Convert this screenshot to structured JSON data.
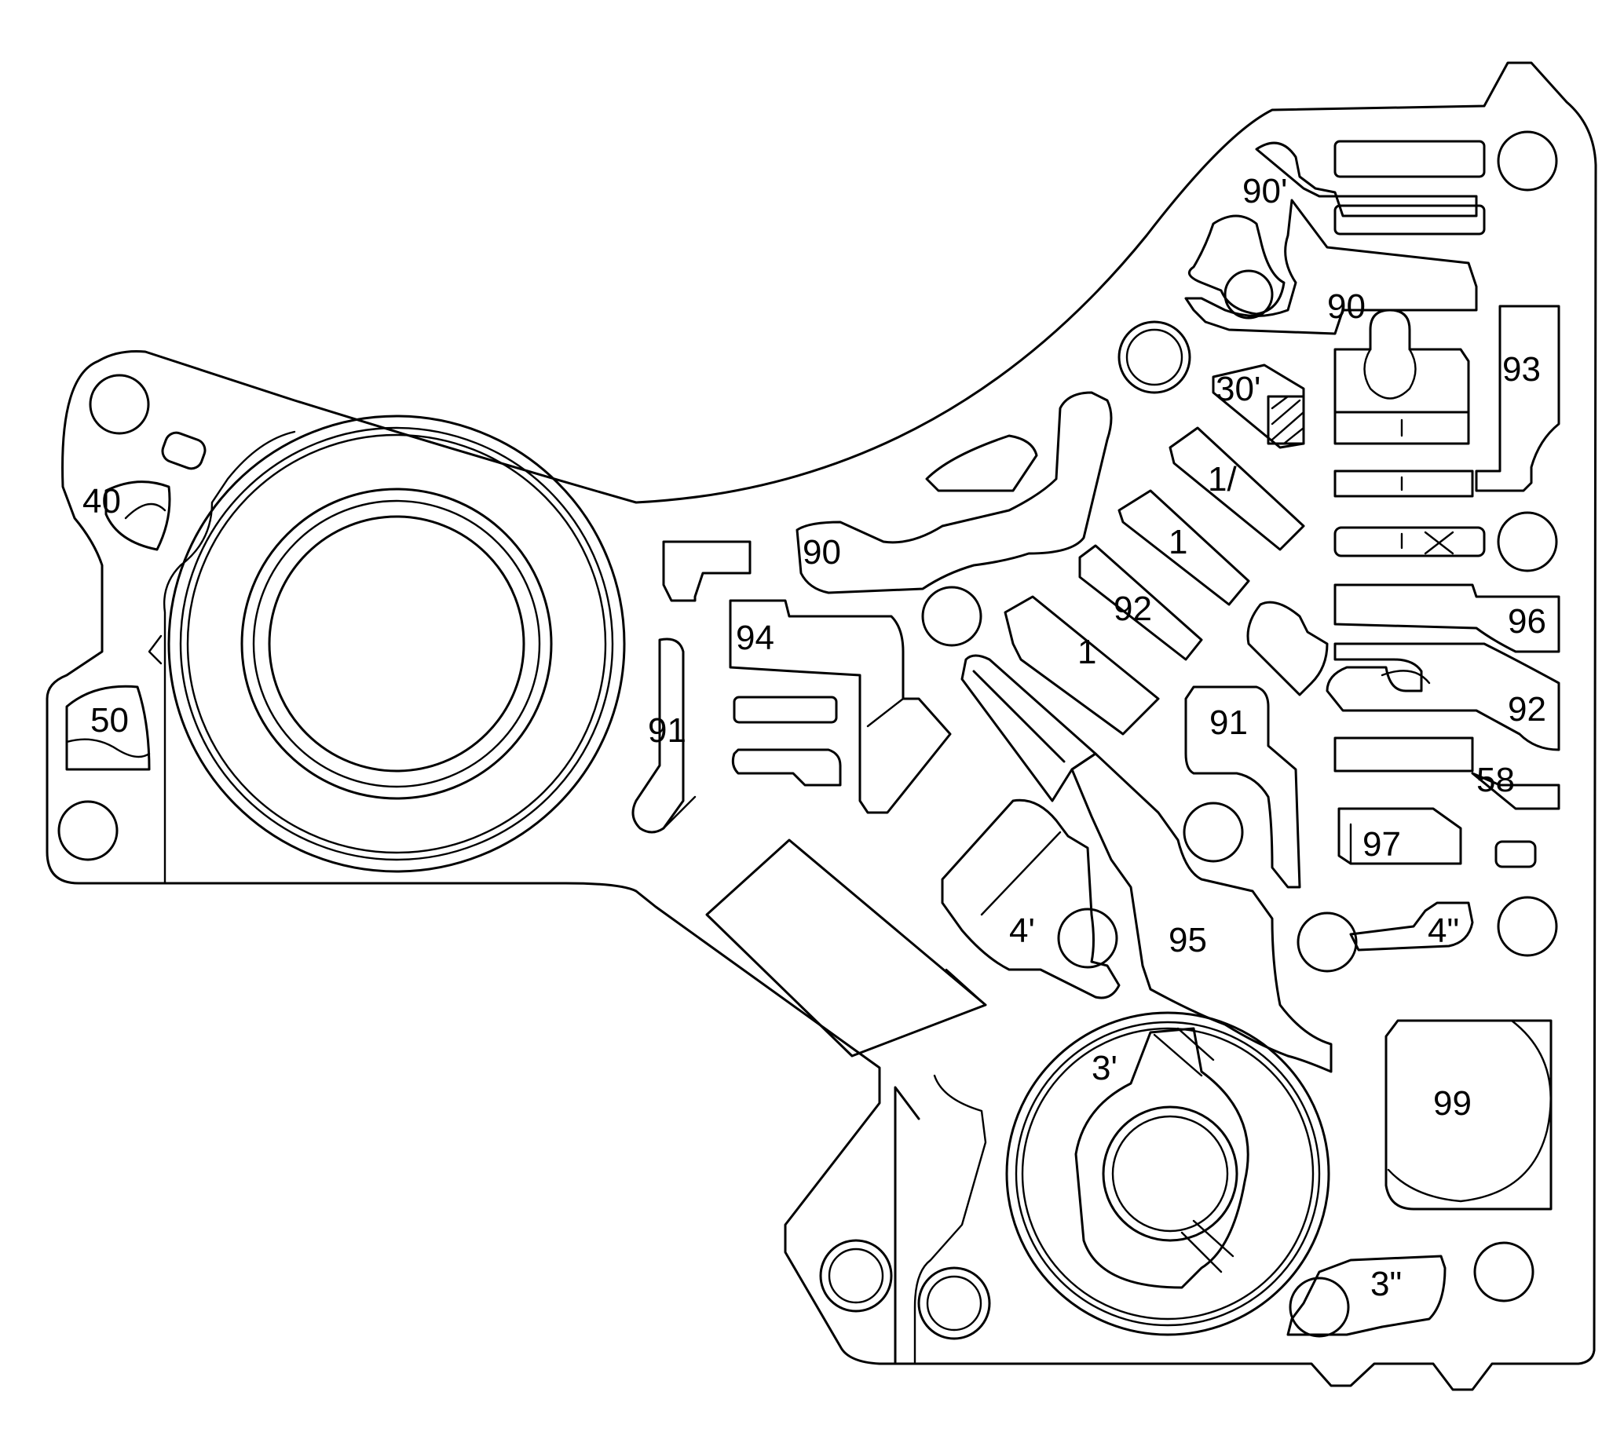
{
  "labels": {
    "l90a": "90'",
    "l90b": "90",
    "l90c": "90",
    "l30": "30'",
    "l93": "93",
    "l1a": "1/",
    "l1b": "1",
    "l1c": "1",
    "l92a": "92",
    "l92b": "92",
    "l96": "96",
    "l94": "94",
    "l91a": "91",
    "l91b": "91",
    "l40": "40",
    "l50": "50",
    "l58": "58",
    "l97": "97",
    "l4a": "4'",
    "l4b": "4\"",
    "l95": "95",
    "l3a": "3'",
    "l3b": "3\"",
    "l99": "99"
  }
}
